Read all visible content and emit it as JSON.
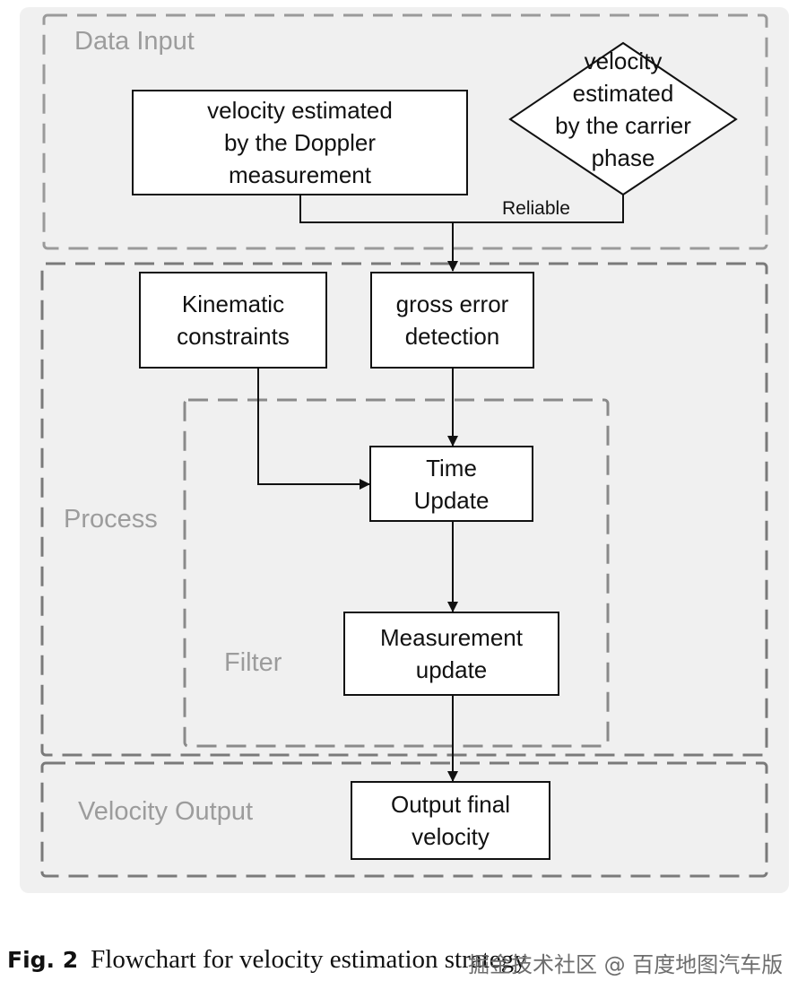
{
  "sections": {
    "data_input": "Data Input",
    "process": "Process",
    "filter": "Filter",
    "velocity_output": "Velocity Output"
  },
  "nodes": {
    "doppler": "velocity estimated\nby the Doppler\nmeasurement",
    "carrier": "velocity\nestimated\nby the carrier\nphase",
    "kinematic": "Kinematic\nconstraints",
    "gross_error": "gross error\ndetection",
    "time_update": "Time\nUpdate",
    "measurement_update": "Measurement\nupdate",
    "output": "Output final\nvelocity"
  },
  "edges": {
    "reliable": "Reliable"
  },
  "caption": {
    "fig": "Fig. 2",
    "text": "Flowchart for velocity estimation strategy"
  },
  "watermark": "掘金技术社区 @ 百度地图汽车版",
  "colors": {
    "panel": "#f0f0f0",
    "dash": "#9a9a9a",
    "line": "#111111",
    "section_label": "#9c9c9c"
  }
}
